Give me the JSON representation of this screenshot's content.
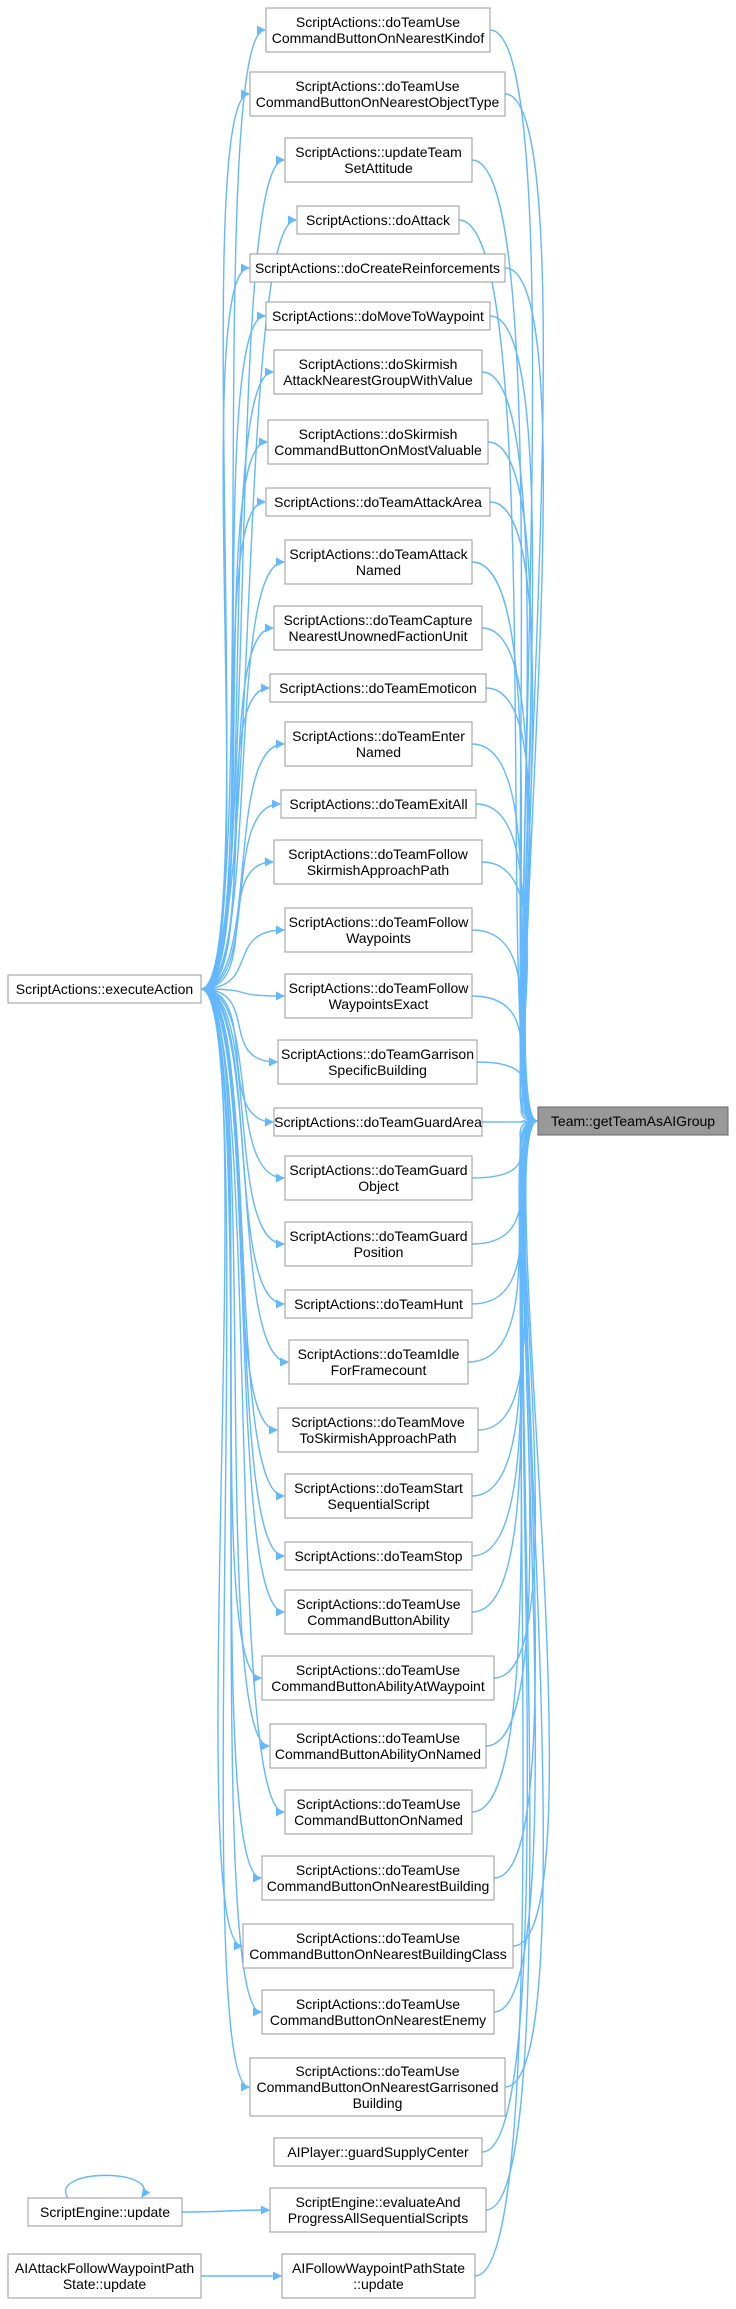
{
  "target": {
    "id": "target",
    "label": [
      "Team::getTeamAsAIGroup"
    ]
  },
  "callers": [
    {
      "id": "c01",
      "label": [
        "ScriptActions::doTeamUse",
        "CommandButtonOnNearestKindof"
      ]
    },
    {
      "id": "c02",
      "label": [
        "ScriptActions::doTeamUse",
        "CommandButtonOnNearestObjectType"
      ]
    },
    {
      "id": "c03",
      "label": [
        "ScriptActions::updateTeam",
        "SetAttitude"
      ]
    },
    {
      "id": "c04",
      "label": [
        "ScriptActions::doAttack"
      ]
    },
    {
      "id": "c05",
      "label": [
        "ScriptActions::doCreateReinforcements"
      ]
    },
    {
      "id": "c06",
      "label": [
        "ScriptActions::doMoveToWaypoint"
      ]
    },
    {
      "id": "c07",
      "label": [
        "ScriptActions::doSkirmish",
        "AttackNearestGroupWithValue"
      ]
    },
    {
      "id": "c08",
      "label": [
        "ScriptActions::doSkirmish",
        "CommandButtonOnMostValuable"
      ]
    },
    {
      "id": "c09",
      "label": [
        "ScriptActions::doTeamAttackArea"
      ]
    },
    {
      "id": "c10",
      "label": [
        "ScriptActions::doTeamAttack",
        "Named"
      ]
    },
    {
      "id": "c11",
      "label": [
        "ScriptActions::doTeamCapture",
        "NearestUnownedFactionUnit"
      ]
    },
    {
      "id": "c12",
      "label": [
        "ScriptActions::doTeamEmoticon"
      ]
    },
    {
      "id": "c13",
      "label": [
        "ScriptActions::doTeamEnter",
        "Named"
      ]
    },
    {
      "id": "c14",
      "label": [
        "ScriptActions::doTeamExitAll"
      ]
    },
    {
      "id": "c15",
      "label": [
        "ScriptActions::doTeamFollow",
        "SkirmishApproachPath"
      ]
    },
    {
      "id": "c16",
      "label": [
        "ScriptActions::doTeamFollow",
        "Waypoints"
      ]
    },
    {
      "id": "c17",
      "label": [
        "ScriptActions::doTeamFollow",
        "WaypointsExact"
      ]
    },
    {
      "id": "c18",
      "label": [
        "ScriptActions::doTeamGarrison",
        "SpecificBuilding"
      ]
    },
    {
      "id": "c19",
      "label": [
        "ScriptActions::doTeamGuardArea"
      ]
    },
    {
      "id": "c20",
      "label": [
        "ScriptActions::doTeamGuard",
        "Object"
      ]
    },
    {
      "id": "c21",
      "label": [
        "ScriptActions::doTeamGuard",
        "Position"
      ]
    },
    {
      "id": "c22",
      "label": [
        "ScriptActions::doTeamHunt"
      ]
    },
    {
      "id": "c23",
      "label": [
        "ScriptActions::doTeamIdle",
        "ForFramecount"
      ]
    },
    {
      "id": "c24",
      "label": [
        "ScriptActions::doTeamMove",
        "ToSkirmishApproachPath"
      ]
    },
    {
      "id": "c25",
      "label": [
        "ScriptActions::doTeamStart",
        "SequentialScript"
      ]
    },
    {
      "id": "c26",
      "label": [
        "ScriptActions::doTeamStop"
      ]
    },
    {
      "id": "c27",
      "label": [
        "ScriptActions::doTeamUse",
        "CommandButtonAbility"
      ]
    },
    {
      "id": "c28",
      "label": [
        "ScriptActions::doTeamUse",
        "CommandButtonAbilityAtWaypoint"
      ]
    },
    {
      "id": "c29",
      "label": [
        "ScriptActions::doTeamUse",
        "CommandButtonAbilityOnNamed"
      ]
    },
    {
      "id": "c30",
      "label": [
        "ScriptActions::doTeamUse",
        "CommandButtonOnNamed"
      ]
    },
    {
      "id": "c31",
      "label": [
        "ScriptActions::doTeamUse",
        "CommandButtonOnNearestBuilding"
      ]
    },
    {
      "id": "c32",
      "label": [
        "ScriptActions::doTeamUse",
        "CommandButtonOnNearestBuildingClass"
      ]
    },
    {
      "id": "c33",
      "label": [
        "ScriptActions::doTeamUse",
        "CommandButtonOnNearestEnemy"
      ]
    },
    {
      "id": "c34",
      "label": [
        "ScriptActions::doTeamUse",
        "CommandButtonOnNearestGarrisoned",
        "Building"
      ]
    },
    {
      "id": "c35",
      "label": [
        "AIPlayer::guardSupplyCenter"
      ]
    },
    {
      "id": "c36",
      "label": [
        "ScriptEngine::evaluateAnd",
        "ProgressAllSequentialScripts"
      ]
    },
    {
      "id": "c37",
      "label": [
        "AIFollowWaypointPathState",
        "::update"
      ]
    }
  ],
  "roots": [
    {
      "id": "r1",
      "label": [
        "ScriptActions::executeAction"
      ]
    },
    {
      "id": "r2",
      "label": [
        "ScriptEngine::update"
      ]
    },
    {
      "id": "r3",
      "label": [
        "AIAttackFollowWaypointPath",
        "State::update"
      ]
    }
  ],
  "colors": {
    "edge": "#63b8ff",
    "node_border": "#999999",
    "target_fill": "#999999"
  }
}
